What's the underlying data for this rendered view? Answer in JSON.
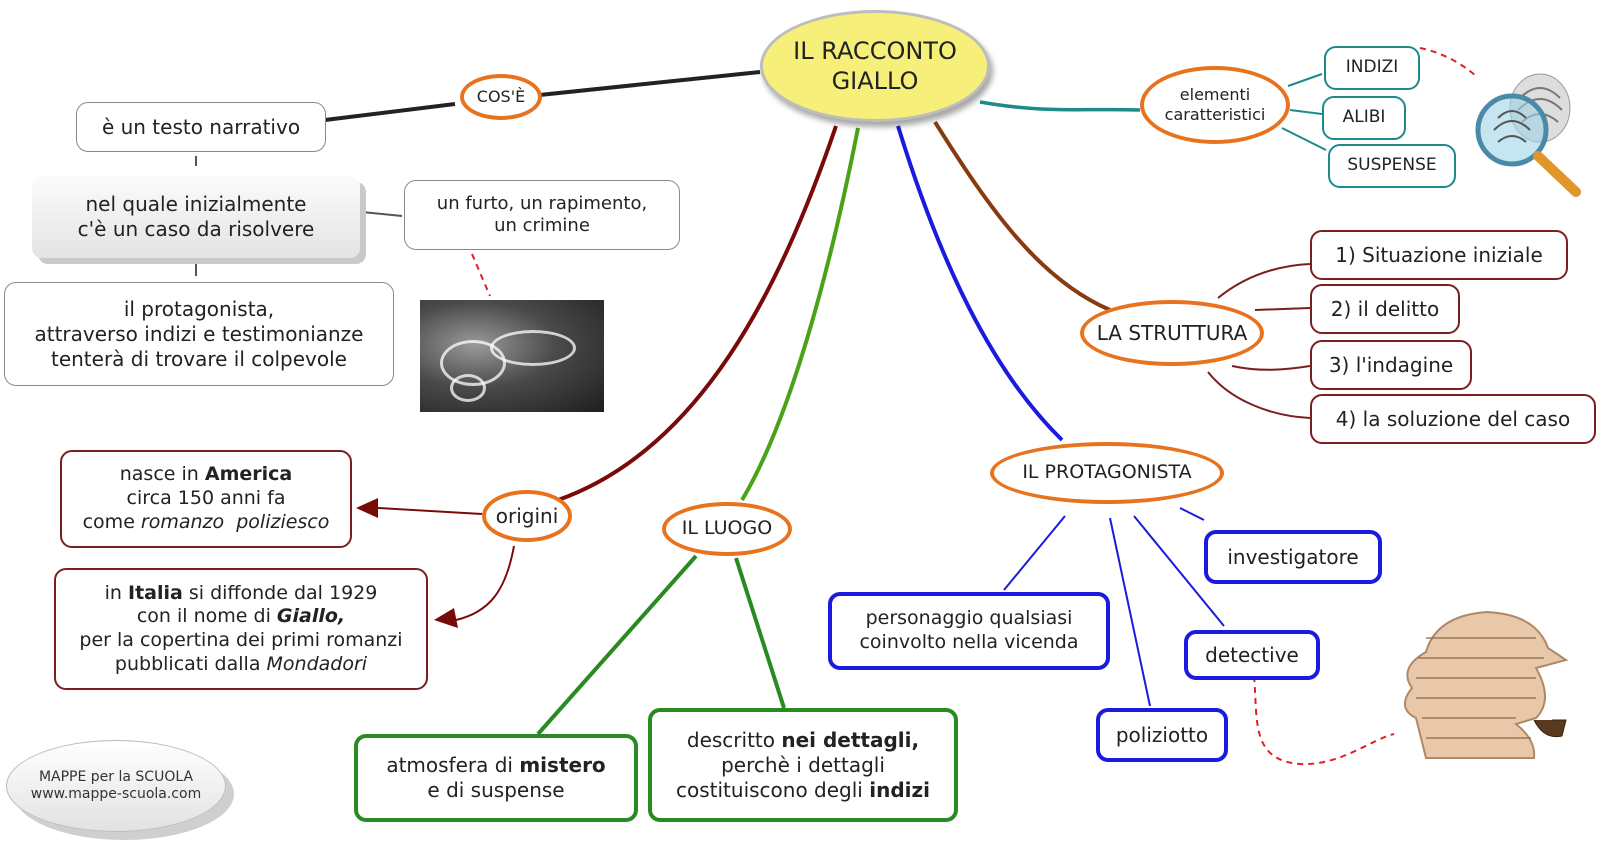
{
  "center": "IL RACCONTO\nGIALLO",
  "cos_e": {
    "label": "COS'È",
    "testo": "è un testo narrativo",
    "caso": "nel quale inizialmente\nc'è un caso da risolvere",
    "crimine": "un furto, un rapimento,\nun crimine",
    "protagonista": "il protagonista,\nattraverso indizi e testimonianze\ntenterà di trovare il colpevole"
  },
  "elementi": {
    "label": "elementi\ncaratteristici",
    "items": [
      "INDIZI",
      "ALIBI",
      "SUSPENSE"
    ]
  },
  "struttura": {
    "label": "LA STRUTTURA",
    "items": [
      "1) Situazione iniziale",
      "2) il delitto",
      "3) l'indagine",
      "4) la soluzione del caso"
    ]
  },
  "origini": {
    "label": "origini",
    "america": {
      "t1": "nasce in ",
      "b1": "America",
      "t2": "circa 150 anni fa",
      "t3": "come ",
      "i1": "romanzo  poliziesco"
    },
    "italia": {
      "t1": "in ",
      "b1": "Italia",
      "t2": " si diffonde dal 1929",
      "t3": "con il nome di ",
      "bi1": "Giallo,",
      "t4": "per la copertina dei primi romanzi",
      "t5": "pubblicati dalla ",
      "i1": "Mondadori"
    }
  },
  "luogo": {
    "label": "IL LUOGO",
    "mistero": {
      "t1": "atmosfera di ",
      "b1": "mistero",
      "t2": "e di suspense"
    },
    "dettagli": {
      "t1": "descritto ",
      "b1": "nei dettagli,",
      "t2": "perchè i dettagli",
      "t3": "costituiscono degli ",
      "b2": "indizi"
    }
  },
  "protagonista": {
    "label": "IL PROTAGONISTA",
    "items": [
      "investigatore",
      "detective",
      "poliziotto",
      "personaggio qualsiasi\ncoinvolto nella vicenda"
    ]
  },
  "logo": {
    "line1": "MAPPE per la SCUOLA",
    "line2": "www.mappe-scuola.com"
  },
  "colors": {
    "accent": "#e8731f",
    "center_fill": "#f6f07a",
    "origini_branch": "#7a0a0a",
    "luogo_branch": "#4aa317",
    "protagonista_branch": "#1b1be0",
    "struttura_branch": "#8a3a10",
    "elementi_branch": "#1d8a8a"
  },
  "icons": [
    "magnifying-glass-fingerprint-icon",
    "detective-silhouette-icon",
    "crime-scene-photo"
  ]
}
